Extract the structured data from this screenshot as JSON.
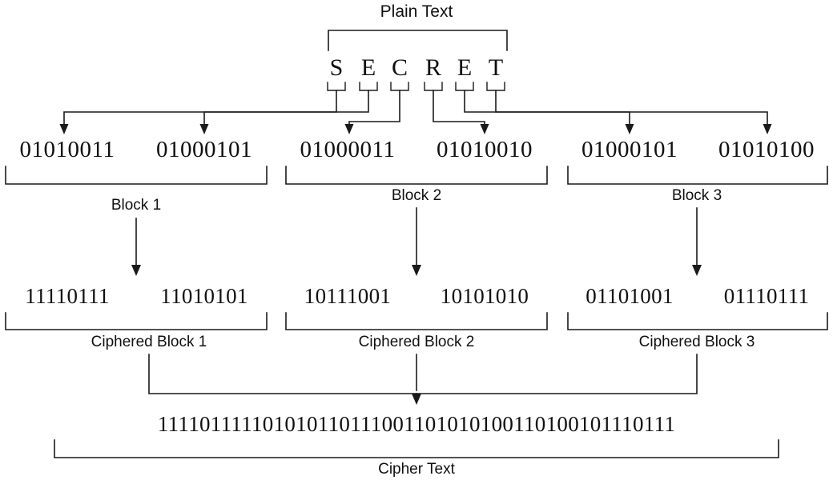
{
  "diagram": {
    "title": "Plain Text",
    "plain_text": {
      "label": "Plain Text",
      "letters": [
        "S",
        "E",
        "C",
        "R",
        "E",
        "T"
      ]
    },
    "binary_row": {
      "values": [
        "01010011",
        "01000101",
        "01000011",
        "01010010",
        "01000101",
        "01010100"
      ]
    },
    "blocks": [
      {
        "label": "Block 1"
      },
      {
        "label": "Block 2"
      },
      {
        "label": "Block 3"
      }
    ],
    "cipher_row": {
      "values": [
        "11110111",
        "11010101",
        "10111001",
        "10101010",
        "01101001",
        "01110111"
      ]
    },
    "ciphered_blocks": [
      {
        "label": "Ciphered Block 1"
      },
      {
        "label": "Ciphered Block 2"
      },
      {
        "label": "Ciphered Block 3"
      }
    ],
    "cipher_text": {
      "value": "111101111101010110111001101010100110100101110111",
      "label": "Cipher Text"
    },
    "colors": {
      "stroke": "#1a1a1a",
      "text": "#101010",
      "background": "#ffffff"
    }
  }
}
